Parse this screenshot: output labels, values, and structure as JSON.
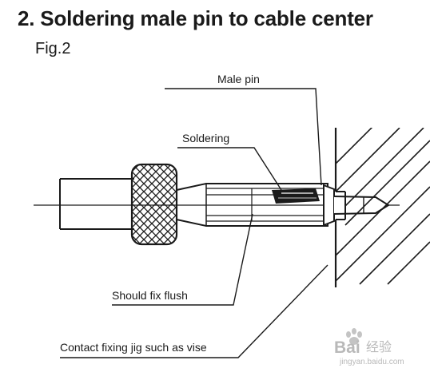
{
  "title": "2. Soldering male pin to cable center",
  "figure_label": "Fig.2",
  "callouts": {
    "male_pin": "Male pin",
    "soldering": "Soldering",
    "should_fix_flush": "Should fix flush",
    "contact_jig": "Contact fixing jig such as vise"
  },
  "watermark": {
    "brand": "Bai",
    "sub": "经验",
    "site": "jingyan.baidu.com"
  },
  "colors": {
    "ink": "#1a1a1a",
    "watermark": "#b9b9b9"
  }
}
